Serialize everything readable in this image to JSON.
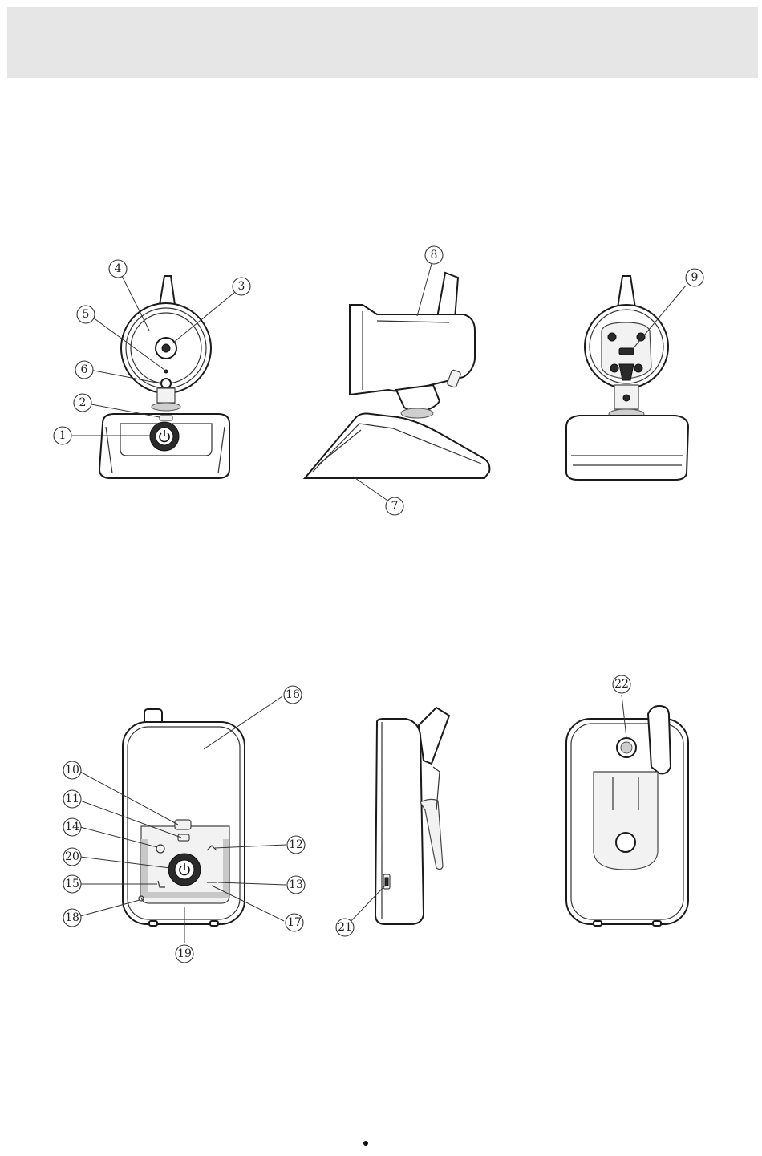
{
  "diagram": {
    "views": [
      {
        "id": "camera-front",
        "callouts": [
          "1",
          "2",
          "3",
          "4",
          "5",
          "6"
        ]
      },
      {
        "id": "camera-side",
        "callouts": [
          "7",
          "8"
        ]
      },
      {
        "id": "camera-back",
        "callouts": [
          "9"
        ]
      },
      {
        "id": "monitor-front",
        "callouts": [
          "10",
          "11",
          "12",
          "13",
          "14",
          "15",
          "16",
          "17",
          "18",
          "19",
          "20"
        ]
      },
      {
        "id": "monitor-side",
        "callouts": [
          "21"
        ]
      },
      {
        "id": "monitor-back",
        "callouts": [
          "22"
        ]
      }
    ],
    "callouts": {
      "c1": "1",
      "c2": "2",
      "c3": "3",
      "c4": "4",
      "c5": "5",
      "c6": "6",
      "c7": "7",
      "c8": "8",
      "c9": "9",
      "c10": "10",
      "c11": "11",
      "c12": "12",
      "c13": "13",
      "c14": "14",
      "c15": "15",
      "c16": "16",
      "c17": "17",
      "c18": "18",
      "c19": "19",
      "c20": "20",
      "c21": "21",
      "c22": "22"
    },
    "icons": [
      "power-icon"
    ]
  }
}
